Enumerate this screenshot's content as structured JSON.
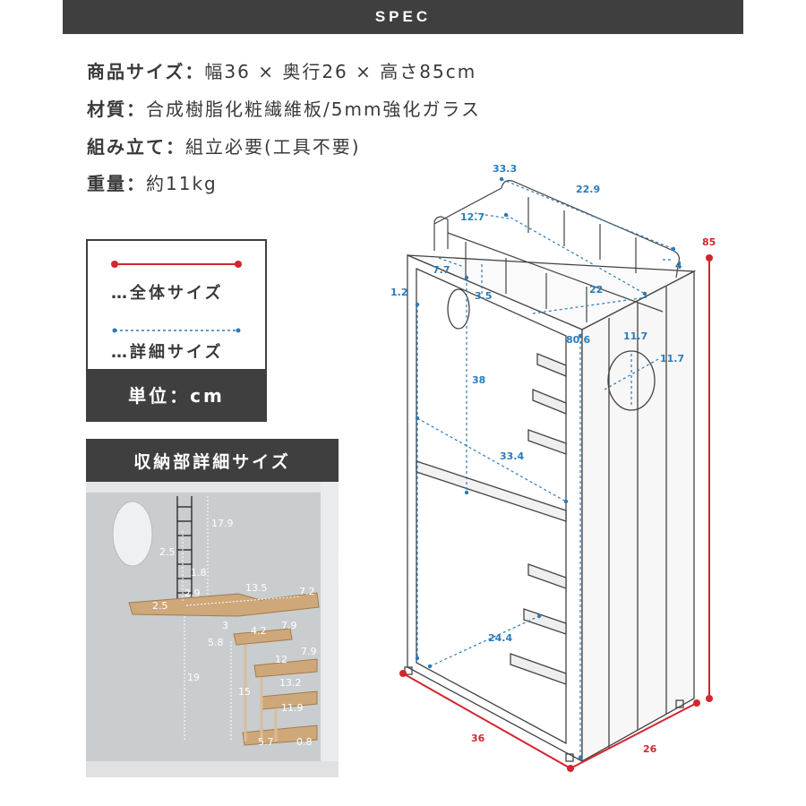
{
  "header": {
    "title": "SPEC"
  },
  "specs": [
    {
      "key": "商品サイズ：",
      "value": "幅36 × 奥行26 × 高さ85cm"
    },
    {
      "key": "材質：",
      "value": "合成樹脂化粧繊維板/5mm強化ガラス"
    },
    {
      "key": "組み立て：",
      "value": "組立必要(工具不要)"
    },
    {
      "key": "重量：",
      "value": "約11kg"
    }
  ],
  "legend": {
    "overall_label": "…全体サイズ",
    "detail_label": "…詳細サイズ",
    "unit_label": "単位：cm",
    "overall_color": "#d4262e",
    "detail_color": "#2b7bb9"
  },
  "detail_section": {
    "title": "収納部詳細サイズ"
  },
  "diagram_dims": {
    "top_width": "33.3",
    "top_depth": "22.9",
    "rail_left": "12.7",
    "rail_gap": "7.7",
    "rail_post": "3.5",
    "rail_side": "4",
    "inner_depth": "22",
    "glass_offset": "1.2",
    "inner_height": "80.6",
    "upper_height": "38",
    "shelf_width": "33.4",
    "lower_depth": "24.4",
    "hole_w": "11.7",
    "hole_h": "11.7",
    "overall_width": "36",
    "overall_depth": "26",
    "overall_height": "85"
  },
  "photo_dims": {
    "d1": "17.9",
    "d2": "2.5",
    "d3": "1.8",
    "d4": "2.9",
    "d5": "13.5",
    "d6": "7.2",
    "d7": "2.5",
    "d8": "3",
    "d9": "4.2",
    "d10": "7.9",
    "d11": "5.8",
    "d12": "12",
    "d13": "7.9",
    "d14": "13.2",
    "d15": "19",
    "d16": "15",
    "d17": "11.9",
    "d18": "5.7",
    "d19": "0.8"
  }
}
